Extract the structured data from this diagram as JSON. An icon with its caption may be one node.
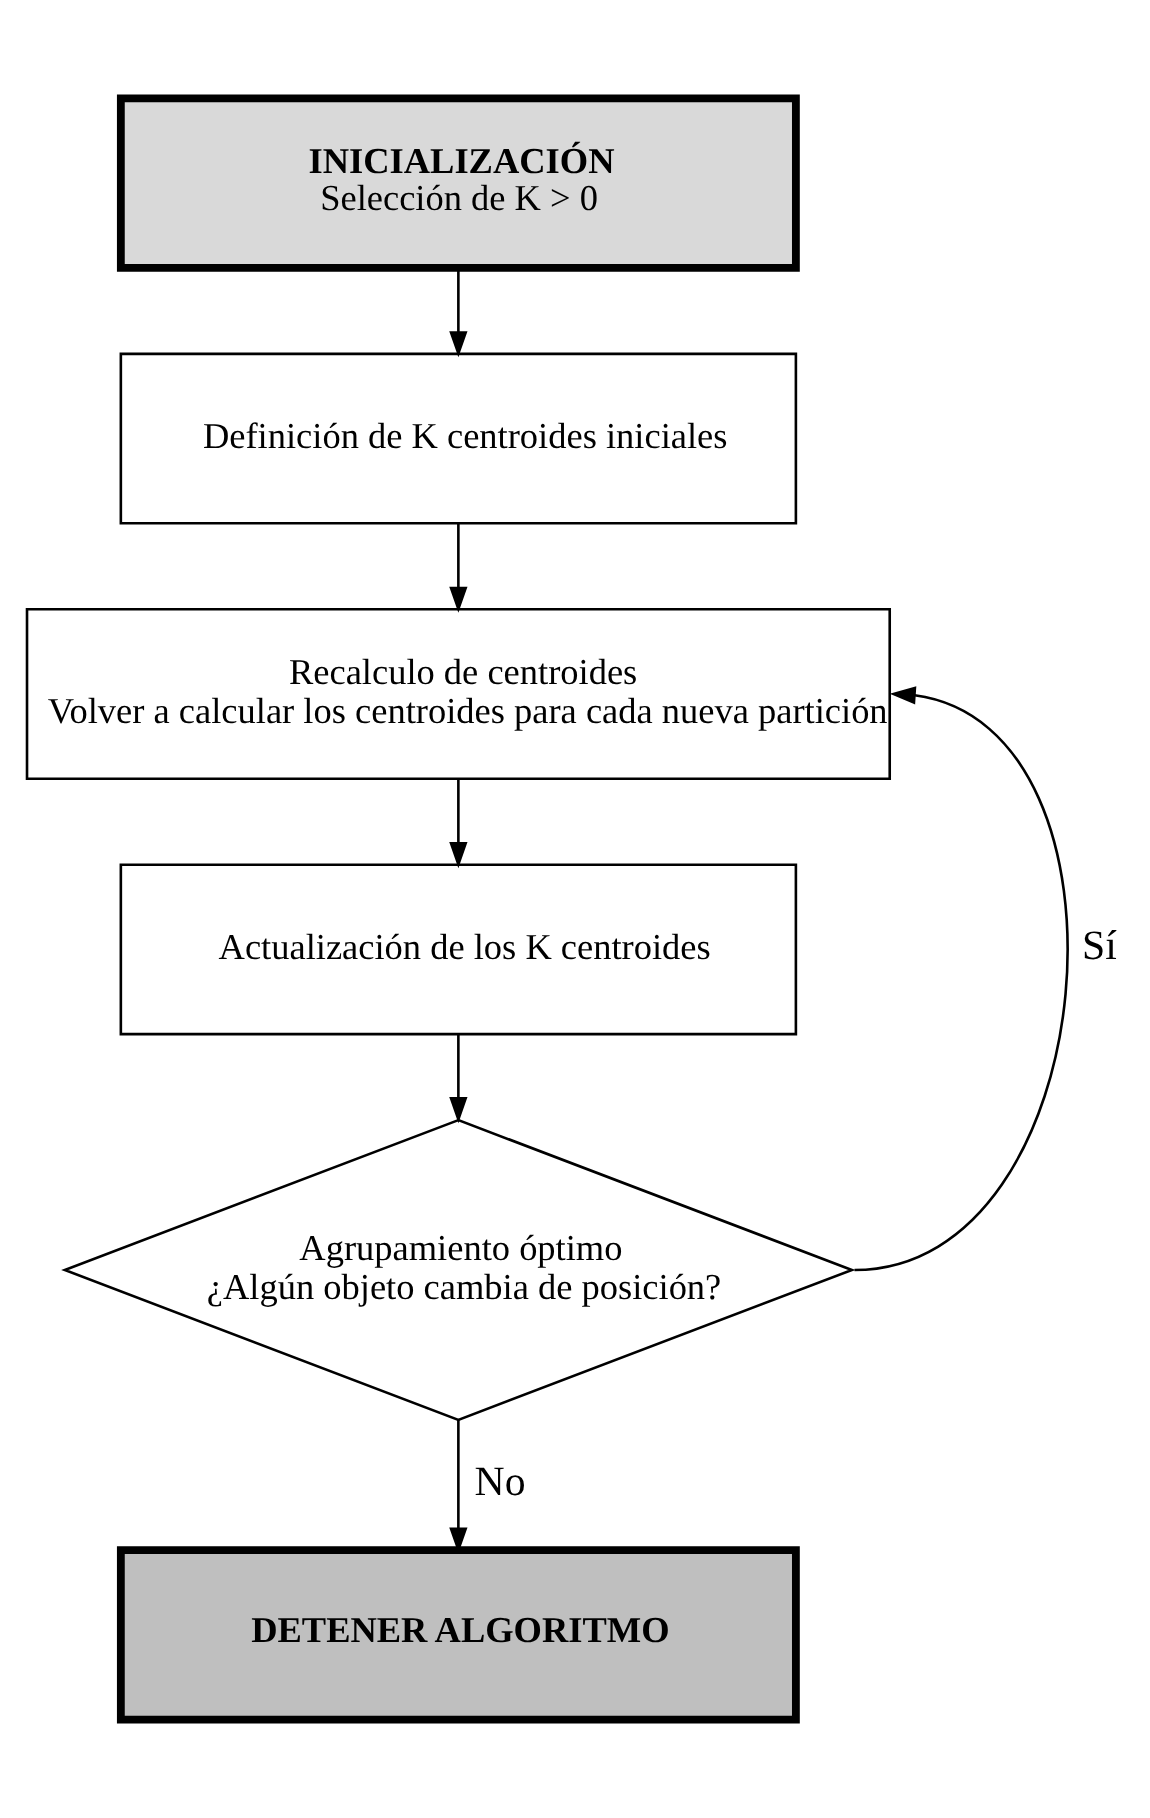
{
  "diagram": {
    "nodes": [
      {
        "text": [
          "INICIALIZACIÓN",
          "Selección de K > 0"
        ]
      },
      {
        "text": [
          "Definición de K centroides iniciales"
        ]
      },
      {
        "text": [
          "Recalculo de centroides",
          "Volver a calcular los centroides para cada nueva partición"
        ]
      },
      {
        "text": [
          "Actualización de los K centroides"
        ]
      },
      {
        "text": [
          "Agrupamiento óptimo",
          "¿Algún objeto cambia de posición?"
        ]
      },
      {
        "text": [
          "DETENER ALGORITMO"
        ]
      }
    ],
    "edges": [
      {
        "from": 0,
        "to": 1,
        "arrow": "to"
      },
      {
        "from": 1,
        "to": 2,
        "arrow": "to"
      },
      {
        "from": 2,
        "to": 3,
        "arrow": "to"
      },
      {
        "from": 3,
        "to": 4,
        "arrow": "to"
      },
      {
        "from": 4,
        "to": 5,
        "label": "No",
        "arrow": "to"
      },
      {
        "from": 4,
        "to": 2,
        "label": "Sí",
        "arrow": "to"
      }
    ]
  }
}
